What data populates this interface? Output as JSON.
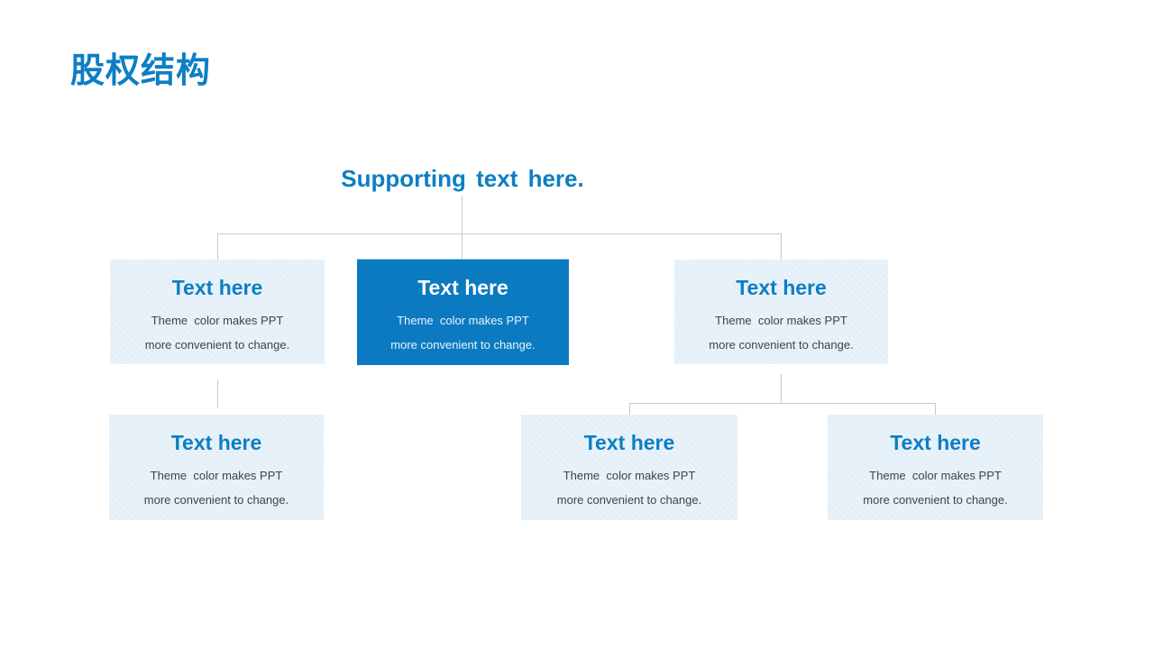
{
  "slide": {
    "title": "股权结构",
    "heading": "Supporting text here."
  },
  "colors": {
    "accent": "#0b7ac1",
    "title_text": "#0d7ec4",
    "box_light_bg": "#e4eff8",
    "box_accent_bg": "#0b7ac1",
    "body_text": "#3f4347",
    "body_text_on_accent": "#eaf3fa",
    "connector": "#c6cacd",
    "background": "#ffffff"
  },
  "diagram": {
    "nodes": [
      {
        "title": "Text here",
        "body_line1": "Theme  color makes PPT",
        "body_line2": "more convenient to change.",
        "variant": "light"
      },
      {
        "title": "Text here",
        "body_line1": "Theme  color makes PPT",
        "body_line2": "more convenient to change.",
        "variant": "accent"
      },
      {
        "title": "Text here",
        "body_line1": "Theme  color makes PPT",
        "body_line2": "more convenient to change.",
        "variant": "light"
      },
      {
        "title": "Text here",
        "body_line1": "Theme  color makes PPT",
        "body_line2": "more convenient to change.",
        "variant": "light"
      },
      {
        "title": "Text here",
        "body_line1": "Theme  color makes PPT",
        "body_line2": "more convenient to change.",
        "variant": "light"
      },
      {
        "title": "Text here",
        "body_line1": "Theme  color makes PPT",
        "body_line2": "more convenient to change.",
        "variant": "light"
      }
    ]
  }
}
